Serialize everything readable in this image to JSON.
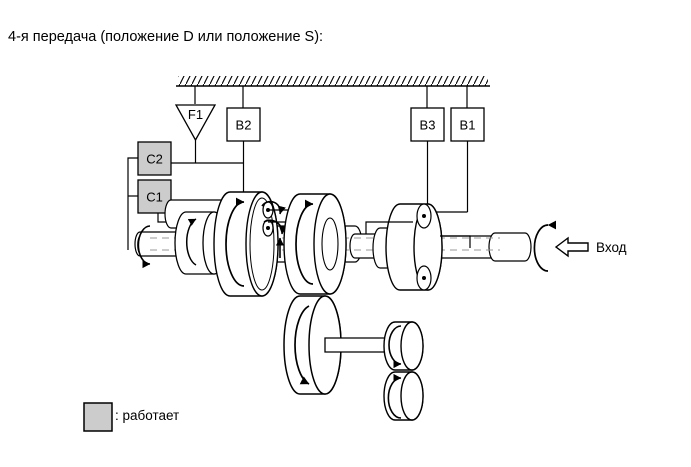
{
  "title": "4-я передача (положение D или положение S):",
  "legend": {
    "swatch_fill": "#cccccc",
    "label": ": работает"
  },
  "input": {
    "label": "Вход",
    "arrow_icon": "left-arrow-icon",
    "rotation_icon": "rotation-arc-icon"
  },
  "ground": {
    "name": "ground-hatching"
  },
  "elements": [
    {
      "id": "F1",
      "label": "F1",
      "type": "one-way-clutch",
      "shape": "triangle",
      "active": false,
      "fill": "#ffffff"
    },
    {
      "id": "B2",
      "label": "B2",
      "type": "brake",
      "shape": "box",
      "active": false,
      "fill": "#ffffff"
    },
    {
      "id": "B3",
      "label": "B3",
      "type": "brake",
      "shape": "box",
      "active": false,
      "fill": "#ffffff"
    },
    {
      "id": "B1",
      "label": "B1",
      "type": "brake",
      "shape": "box",
      "active": false,
      "fill": "#ffffff"
    },
    {
      "id": "C2",
      "label": "C2",
      "type": "clutch",
      "shape": "box",
      "active": true,
      "fill": "#cccccc"
    },
    {
      "id": "C1",
      "label": "C1",
      "type": "clutch",
      "shape": "box",
      "active": true,
      "fill": "#cccccc"
    }
  ],
  "colors": {
    "stroke": "#000000",
    "active_fill": "#cccccc",
    "inactive_fill": "#ffffff",
    "hidden_line": "#999999",
    "background": "#ffffff"
  }
}
